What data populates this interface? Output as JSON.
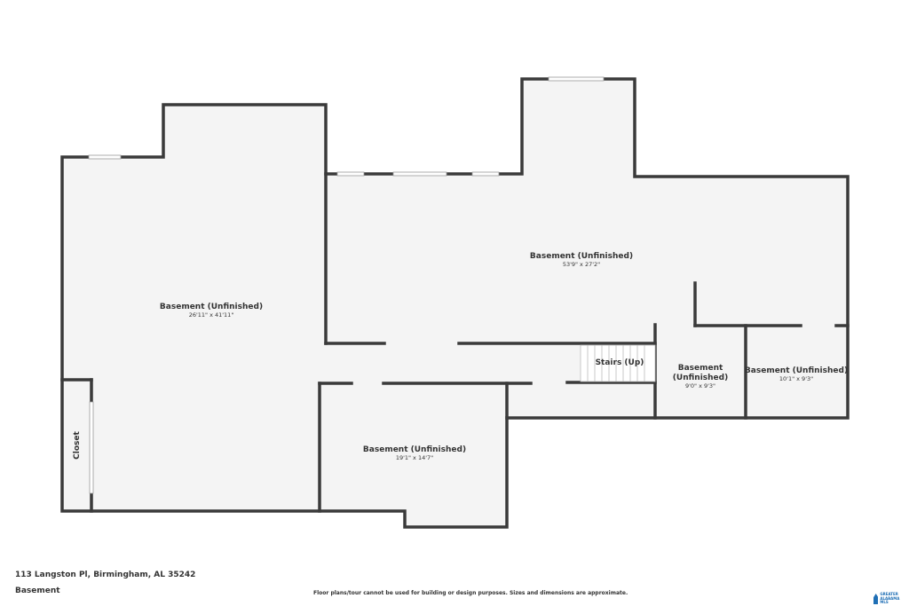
{
  "plan": {
    "rooms": [
      {
        "id": "left",
        "name": "Basement (Unfinished)",
        "dims": "26'11\" x 41'11\""
      },
      {
        "id": "upper-right",
        "name": "Basement (Unfinished)",
        "dims": "53'9\" x 27'2\""
      },
      {
        "id": "bottom-center",
        "name": "Basement (Unfinished)",
        "dims": "19'1\" x 14'7\""
      },
      {
        "id": "small-a",
        "name_line1": "Basement",
        "name_line2": "(Unfinished)",
        "dims": "9'0\" x 9'3\""
      },
      {
        "id": "small-b",
        "name": "Basement (Unfinished)",
        "dims": "10'1\" x 9'3\""
      }
    ],
    "stairs_label": "Stairs (Up)",
    "closet_label": "Closet"
  },
  "footer": {
    "address": "113 Langston Pl, Birmingham, AL 35242",
    "floor": "Basement",
    "disclaimer": "Floor plans/tour cannot be used for building or design purposes. Sizes and dimensions are approximate.",
    "brand": "GREATER ALABAMA MLS"
  },
  "colors": {
    "wall": "#3a3a3a",
    "floor": "#f4f4f4",
    "window": "#ffffff",
    "brand": "#1f6fb5"
  }
}
